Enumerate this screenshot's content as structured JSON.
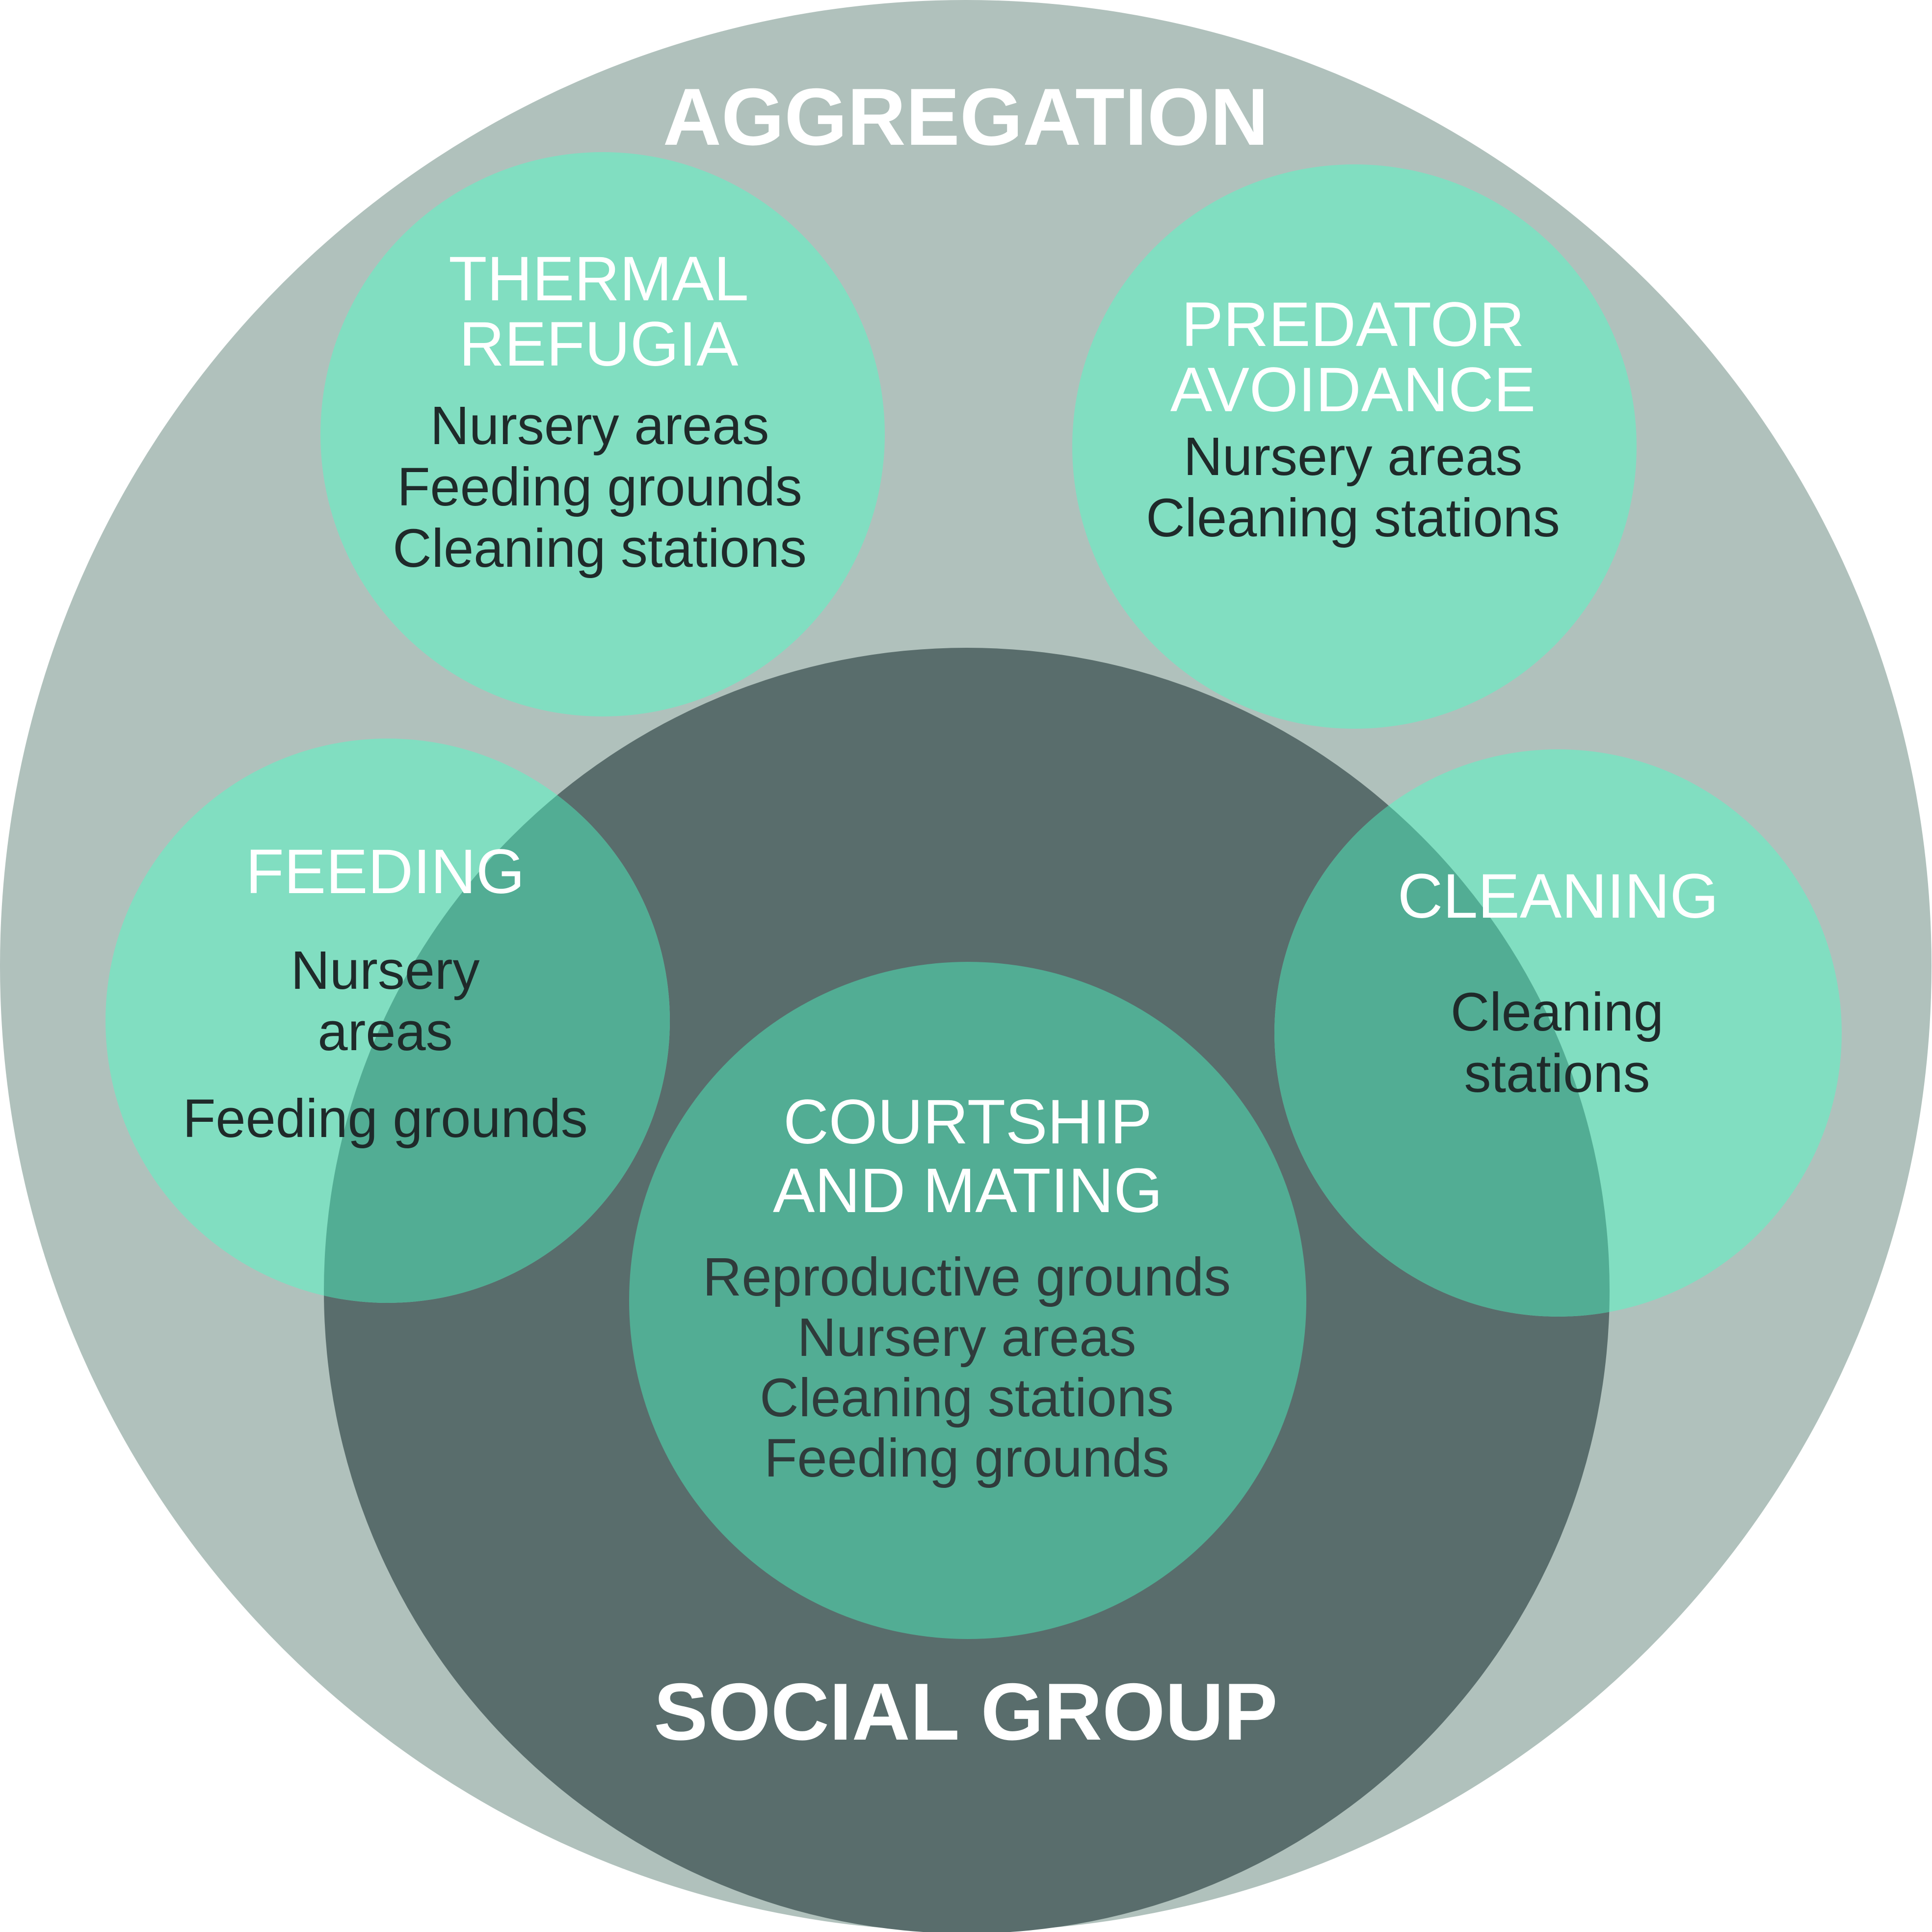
{
  "colors": {
    "aggregation": "#b0c1bc",
    "social_group": "#596d6c",
    "theme_circle": "#81dec1",
    "overlap": "#52ad94",
    "label_text": "#ffffff",
    "item_text": "#1f2a2a"
  },
  "aggregation": {
    "label": "AGGREGATION"
  },
  "social_group": {
    "label": "SOCIAL GROUP"
  },
  "thermal_refugia": {
    "title": [
      "THERMAL",
      "REFUGIA"
    ],
    "items": [
      "Nursery areas",
      "Feeding grounds",
      "Cleaning stations"
    ]
  },
  "predator_avoidance": {
    "title": [
      "PREDATOR",
      "AVOIDANCE"
    ],
    "items": [
      "Nursery areas",
      "Cleaning stations"
    ]
  },
  "feeding": {
    "title": [
      "FEEDING"
    ],
    "items": [
      "Nursery",
      "areas",
      "Feeding grounds"
    ]
  },
  "cleaning": {
    "title": [
      "CLEANING"
    ],
    "items": [
      "Cleaning",
      "stations"
    ]
  },
  "courtship": {
    "title": [
      "COURTSHIP",
      "AND MATING"
    ],
    "items": [
      "Reproductive grounds",
      "Nursery areas",
      "Cleaning stations",
      "Feeding grounds"
    ]
  }
}
